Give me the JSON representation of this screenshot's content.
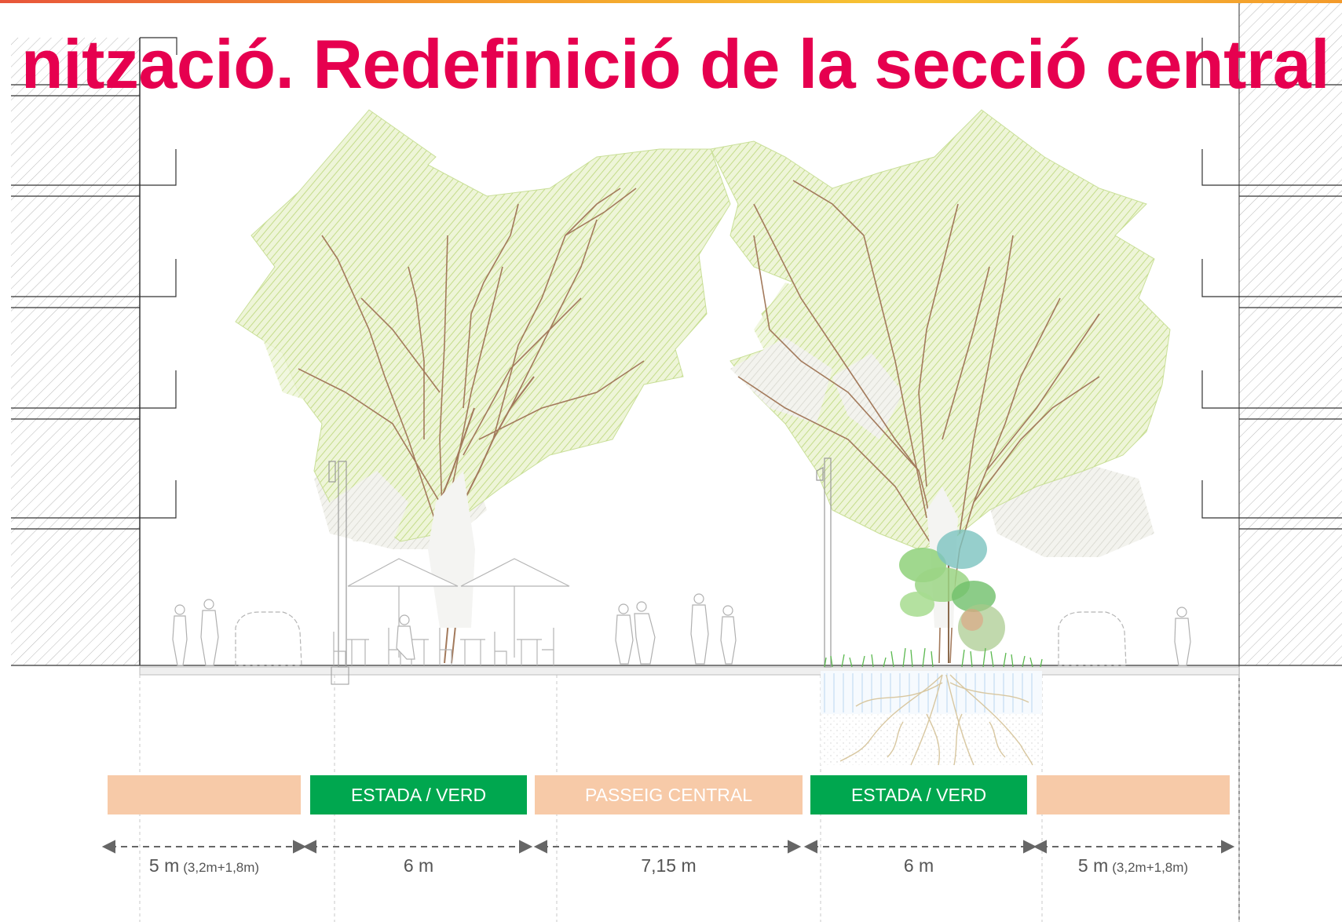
{
  "title": "nització. Redefinició de la secció central",
  "bands": [
    {
      "label": "",
      "kind": "other"
    },
    {
      "label": "ESTADA / VERD",
      "kind": "green"
    },
    {
      "label": "PASSEIG CENTRAL",
      "kind": "other"
    },
    {
      "label": "ESTADA / VERD",
      "kind": "green"
    },
    {
      "label": "",
      "kind": "other"
    }
  ],
  "dimensions": [
    {
      "value": "5 m",
      "detail": "(3,2m+1,8m)"
    },
    {
      "value": "6 m",
      "detail": ""
    },
    {
      "value": "7,15 m",
      "detail": ""
    },
    {
      "value": "6 m",
      "detail": ""
    },
    {
      "value": "5 m",
      "detail": "(3,2m+1,8m)"
    }
  ],
  "colors": {
    "title": "#e6004f",
    "green_band": "#00a74f",
    "beige_band": "#f7caa8",
    "canopy": "#d6e6ab",
    "trunk": "#a37a5c"
  },
  "icons": [
    "tree-icon",
    "street-lamp-icon",
    "umbrella-icon",
    "pedestrian-icon",
    "car-icon",
    "cafe-table-icon",
    "roots-icon"
  ]
}
